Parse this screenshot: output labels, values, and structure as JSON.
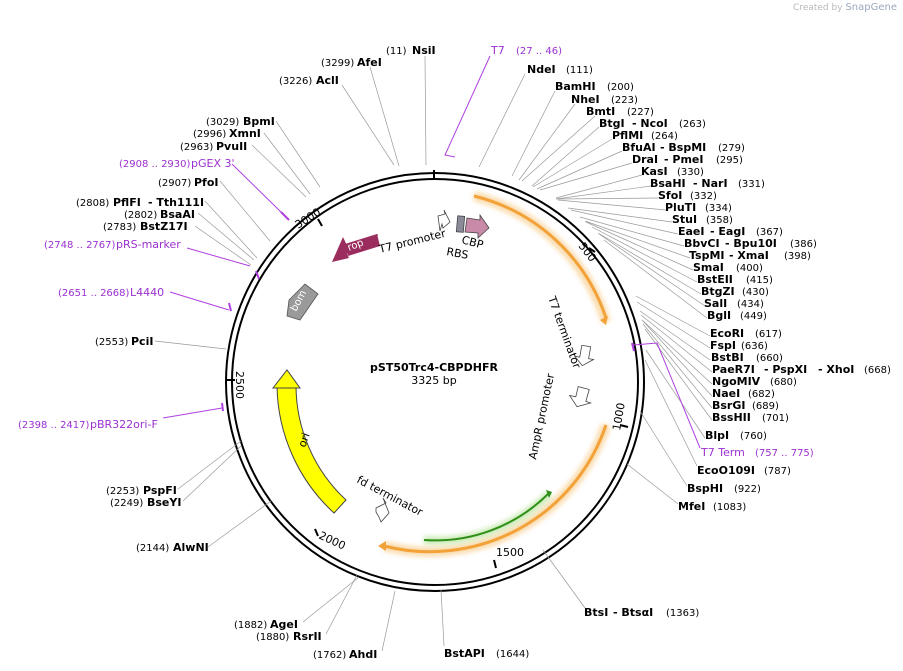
{
  "credit": {
    "prefix": "Created by",
    "brand": "SnapGene"
  },
  "plasmid": {
    "name": "pST50Trc4-CBPDHFR",
    "size": "3325 bp",
    "length": 3325
  },
  "ticks": [
    "500",
    "1000",
    "1500",
    "2000",
    "2500",
    "3000"
  ],
  "sites": [
    {
      "pos": "(11)",
      "name": "NsiI"
    },
    {
      "pos": "(3299)",
      "name": "AfeI"
    },
    {
      "pos": "(3226)",
      "name": "AclI"
    },
    {
      "name": "NdeI",
      "pos": "(111)"
    },
    {
      "name": "BamHI",
      "pos": "(200)"
    },
    {
      "name": "NheI",
      "pos": "(223)"
    },
    {
      "name": "BmtI",
      "pos": "(227)"
    },
    {
      "name": "BtgI",
      "name2": "- NcoI",
      "pos": "(263)"
    },
    {
      "name": "PflMI",
      "pos": "(264)"
    },
    {
      "name": "BfuAI",
      "name2": "- BspMI",
      "pos": "(279)"
    },
    {
      "name": "DraI",
      "name2": "- PmeI",
      "pos": "(295)"
    },
    {
      "name": "KasI",
      "pos": "(330)"
    },
    {
      "name": "BsaHI",
      "name2": "- NarI",
      "pos": "(331)"
    },
    {
      "name": "SfoI",
      "pos": "(332)"
    },
    {
      "name": "PluTI",
      "pos": "(334)"
    },
    {
      "name": "StuI",
      "pos": "(358)"
    },
    {
      "name": "EaeI",
      "name2": "- EagI",
      "pos": "(367)"
    },
    {
      "name": "BbvCI",
      "name2": "- Bpu10I",
      "pos": "(386)"
    },
    {
      "name": "TspMI",
      "name2": "- XmaI",
      "pos": "(398)"
    },
    {
      "name": "SmaI",
      "pos": "(400)"
    },
    {
      "name": "BstEII",
      "pos": "(415)"
    },
    {
      "name": "BtgZI",
      "pos": "(430)"
    },
    {
      "name": "SalI",
      "pos": "(434)"
    },
    {
      "name": "BglI",
      "pos": "(449)"
    },
    {
      "name": "EcoRI",
      "pos": "(617)"
    },
    {
      "name": "FspI",
      "pos": "(636)"
    },
    {
      "name": "BstBI",
      "pos": "(660)"
    },
    {
      "name": "PaeR7I",
      "name2": "- PspXI",
      "name3": "- XhoI",
      "pos": "(668)"
    },
    {
      "name": "NgoMIV",
      "pos": "(680)"
    },
    {
      "name": "NaeI",
      "pos": "(682)"
    },
    {
      "name": "BsrGI",
      "pos": "(689)"
    },
    {
      "name": "BssHII",
      "pos": "(701)"
    },
    {
      "name": "BlpI",
      "pos": "(760)"
    },
    {
      "name": "EcoO109I",
      "pos": "(787)"
    },
    {
      "name": "BspHI",
      "pos": "(922)"
    },
    {
      "name": "MfeI",
      "pos": "(1083)"
    },
    {
      "name": "BtsI",
      "name2": "- BtsαI",
      "pos": "(1363)"
    },
    {
      "name": "BstAPI",
      "pos": "(1644)"
    },
    {
      "pos": "(1762)",
      "name": "AhdI"
    },
    {
      "pos": "(1882)",
      "name": "AgeI"
    },
    {
      "pos": "(1880)",
      "name": "RsrII"
    },
    {
      "pos": "(2144)",
      "name": "AlwNI"
    },
    {
      "pos": "(2253)",
      "name": "PspFI"
    },
    {
      "pos": "(2249)",
      "name": "BseYI"
    },
    {
      "pos": "(2553)",
      "name": "PciI"
    },
    {
      "pos": "(2783)",
      "name": "BstZ17I"
    },
    {
      "pos": "(2802)",
      "name": "BsaAI"
    },
    {
      "pos": "(2808)",
      "name": "PflFI",
      "name2": "- Tth111I"
    },
    {
      "pos": "(2907)",
      "name": "PfoI"
    },
    {
      "pos": "(2963)",
      "name": "PvuII"
    },
    {
      "pos": "(2996)",
      "name": "XmnI"
    },
    {
      "pos": "(3029)",
      "name": "BpmI"
    }
  ],
  "primers": [
    {
      "name": "T7",
      "range": "(27 .. 46)"
    },
    {
      "name": "T7 Term",
      "range": "(757 .. 775)"
    },
    {
      "name": "pGEX 3'",
      "range": "(2908 .. 2930)"
    },
    {
      "name": "pRS-marker",
      "range": "(2748 .. 2767)"
    },
    {
      "name": "L4440",
      "range": "(2651 .. 2668)"
    },
    {
      "name": "pBR322ori-F",
      "range": "(2398 .. 2417)"
    }
  ],
  "features": {
    "t7_promoter": "T7 promoter",
    "rbs": "RBS",
    "cbp": "CBP",
    "t7_terminator": "T7 terminator",
    "ampr_promoter": "AmpR promoter",
    "fd_terminator": "fd terminator",
    "ori": "ori",
    "rop": "rop",
    "bom": "bom"
  },
  "colors": {
    "cbp": "#c98aa8",
    "rbs": "#8a8a99",
    "rop": "#9b2c5e",
    "bom": "#9a9a9a",
    "ori": "#ffff00",
    "cds_orange": "#f3a23a",
    "green": "#46a82b",
    "primer": "#b040e0"
  }
}
